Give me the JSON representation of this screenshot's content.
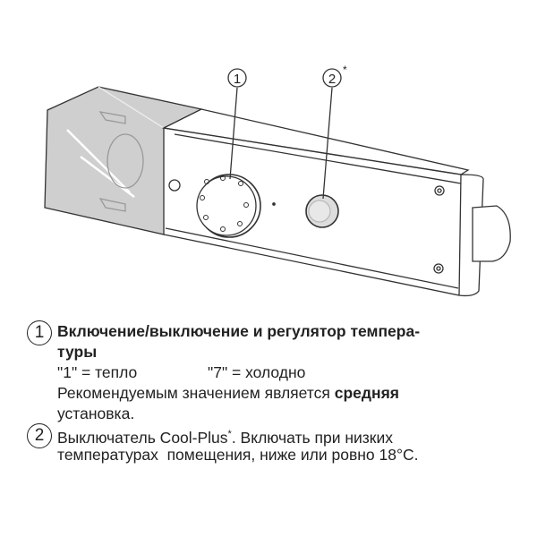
{
  "diagram": {
    "callout_1": "1",
    "callout_2": "2",
    "callout_2_mark": "*"
  },
  "items": [
    {
      "number": "1",
      "title_line1": "Включение/выключение и регулятор темпера-",
      "title_line2": "туры",
      "warm": "\"1\" = тепло",
      "cold": "\"7\" = холодно",
      "recommend_prefix": "Рекомендуемым значением является ",
      "recommend_bold": "средняя",
      "recommend_line2": "установка."
    },
    {
      "number": "2",
      "line1_prefix": "Выключатель Cool-Plus",
      "line1_mark": "*",
      "line1_suffix": ". Включать при низких",
      "line2": "температурах  помещения, ниже или ровно 18°C."
    }
  ]
}
